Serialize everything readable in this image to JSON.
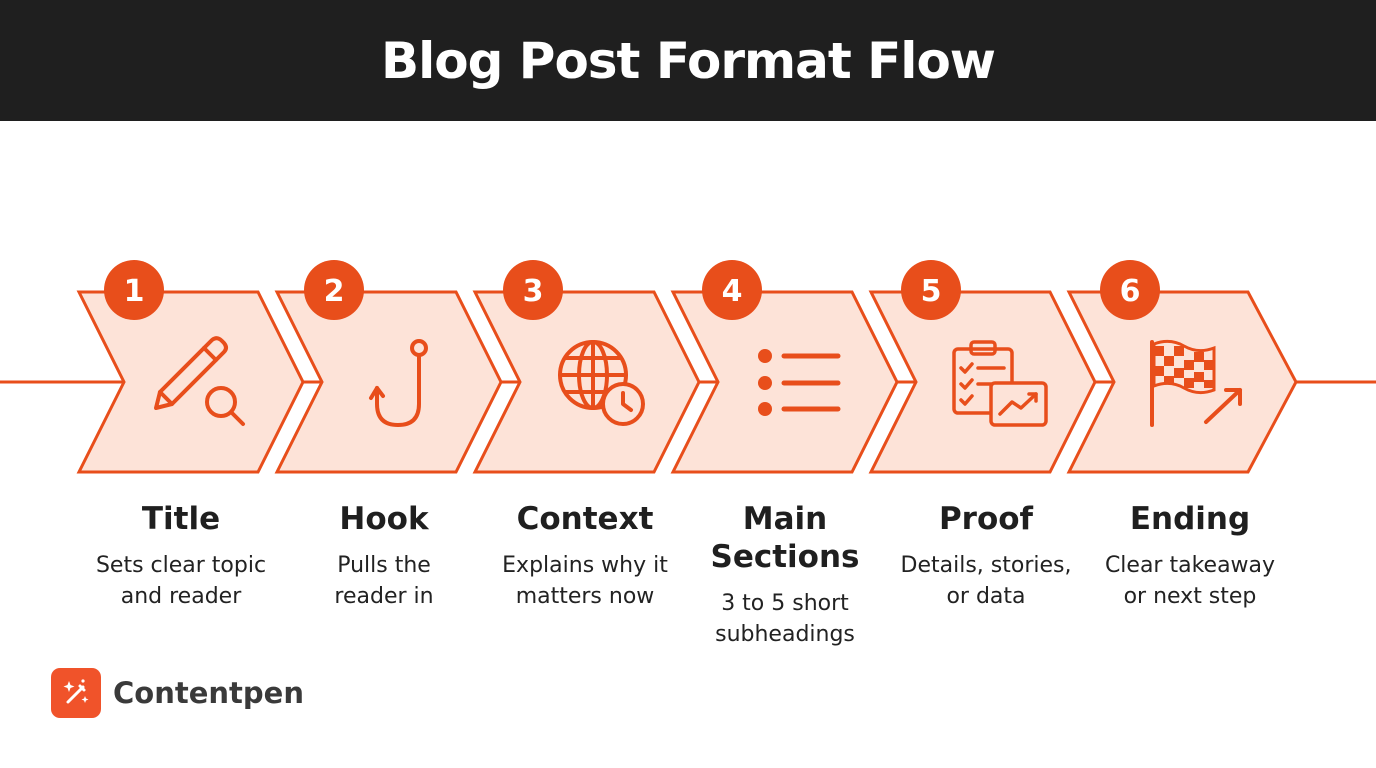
{
  "header": {
    "title": "Blog Post Format Flow"
  },
  "colors": {
    "accent": "#e84e1b",
    "chevron_fill": "#fde3d8",
    "header_bg": "#1f1f1f",
    "badge_text": "#ffffff"
  },
  "steps": [
    {
      "number": "1",
      "title": "Title",
      "desc_line1": "Sets clear topic",
      "desc_line2": "and reader",
      "icon": "pencil-search-icon"
    },
    {
      "number": "2",
      "title": "Hook",
      "desc_line1": "Pulls the",
      "desc_line2": "reader in",
      "icon": "fishhook-icon"
    },
    {
      "number": "3",
      "title": "Context",
      "desc_line1": "Explains why it",
      "desc_line2": "matters now",
      "icon": "globe-clock-icon"
    },
    {
      "number": "4",
      "title_line1": "Main",
      "title_line2": "Sections",
      "desc_line1": "3 to 5 short",
      "desc_line2": "subheadings",
      "icon": "list-icon"
    },
    {
      "number": "5",
      "title": "Proof",
      "desc_line1": "Details, stories,",
      "desc_line2": "or data",
      "icon": "clipboard-chart-icon"
    },
    {
      "number": "6",
      "title": "Ending",
      "desc_line1": "Clear takeaway",
      "desc_line2": "or next step",
      "icon": "checkered-flag-icon"
    }
  ],
  "brand": {
    "name": "Contentpen",
    "logo_icon": "magic-wand-icon"
  }
}
